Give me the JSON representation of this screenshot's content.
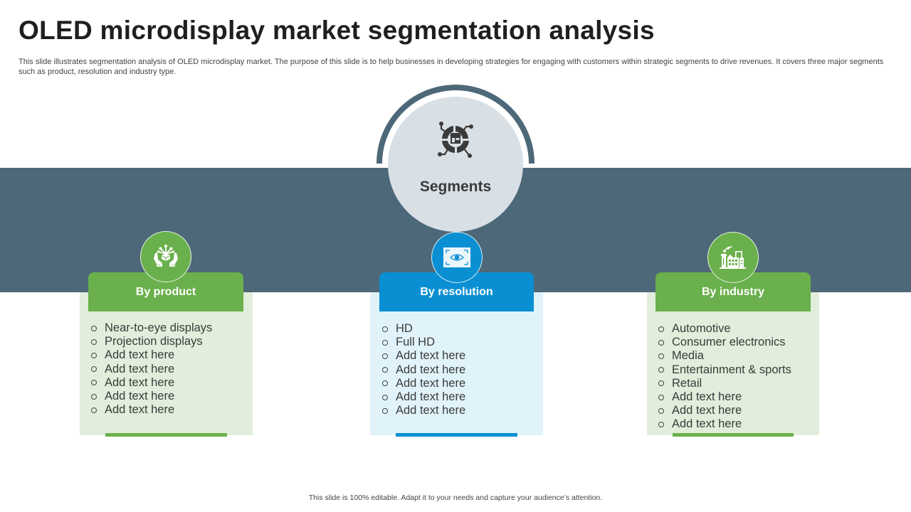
{
  "slide": {
    "title": "OLED microdisplay market segmentation analysis",
    "subtitle": "This slide illustrates segmentation analysis of OLED microdisplay market. The purpose of this slide is to help businesses in developing strategies for engaging with customers within strategic segments to drive revenues. It covers three major segments such as product, resolution and industry type.",
    "footer": "This slide is 100% editable.  Adapt it to your needs and capture your audience’s attention."
  },
  "hub": {
    "label": "Segments",
    "icon": "segments-donut-icon",
    "fill": "#d8dfe5",
    "ring": "#4d6878"
  },
  "colors": {
    "band": "#4d6878",
    "green": "#6ab04c",
    "green_light": "#e0eedb",
    "blue": "#0a8fd3",
    "blue_light": "#e0f3fa"
  },
  "segments": [
    {
      "title": "By product",
      "icon": "hands-holding-box-icon",
      "theme": "green",
      "items": [
        "Near-to-eye  displays",
        "Projection displays",
        "Add text here",
        "Add text here",
        "Add text here",
        "Add text here",
        "Add text here"
      ]
    },
    {
      "title": "By resolution",
      "icon": "eye-screen-icon",
      "theme": "blue",
      "items": [
        "HD",
        "Full HD",
        "Add text here",
        "Add text here",
        "Add text here",
        "Add text here",
        "Add text here"
      ]
    },
    {
      "title": "By industry",
      "icon": "factory-icon",
      "theme": "green",
      "items": [
        "Automotive",
        "Consumer  electronics",
        "Media",
        "Entertainment  & sports",
        "Retail",
        "Add text here",
        "Add text here",
        "Add text here"
      ]
    }
  ]
}
